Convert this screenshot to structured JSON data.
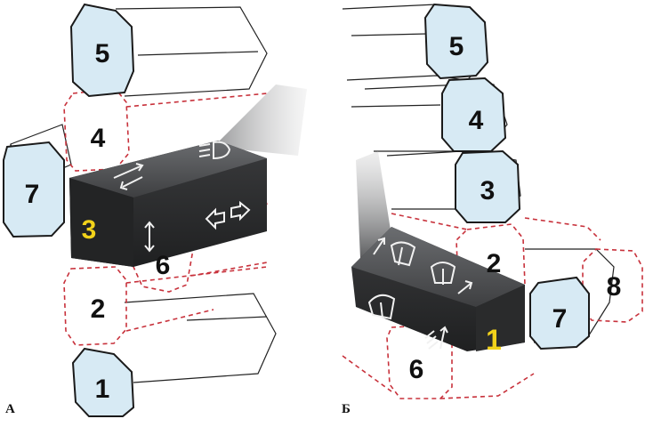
{
  "panels": [
    {
      "caption": "А",
      "labels": [
        "5",
        "4",
        "7",
        "3",
        "6",
        "2",
        "1"
      ]
    },
    {
      "caption": "Б",
      "labels": [
        "5",
        "4",
        "3",
        "2",
        "8",
        "7",
        "1",
        "6"
      ]
    }
  ],
  "colors": {
    "key_fill": "#d7eaf4",
    "key_stroke": "#1a1a1a",
    "dashed_outline": "#c8323c",
    "yellow_label": "#f2d21a",
    "stalk_dark": "#3a3b3c"
  },
  "icons": {
    "left_stalk": [
      "arrows-up-down-diagonal-icon",
      "headlight-high-beam-icon",
      "vertical-double-arrow-icon",
      "turn-signal-arrows-icon"
    ],
    "right_stalk": [
      "wiper-up-arrow-icon",
      "rear-wiper-icon",
      "wiper-intermittent-icon",
      "windshield-wiper-icon",
      "washer-arrow-icon"
    ]
  }
}
